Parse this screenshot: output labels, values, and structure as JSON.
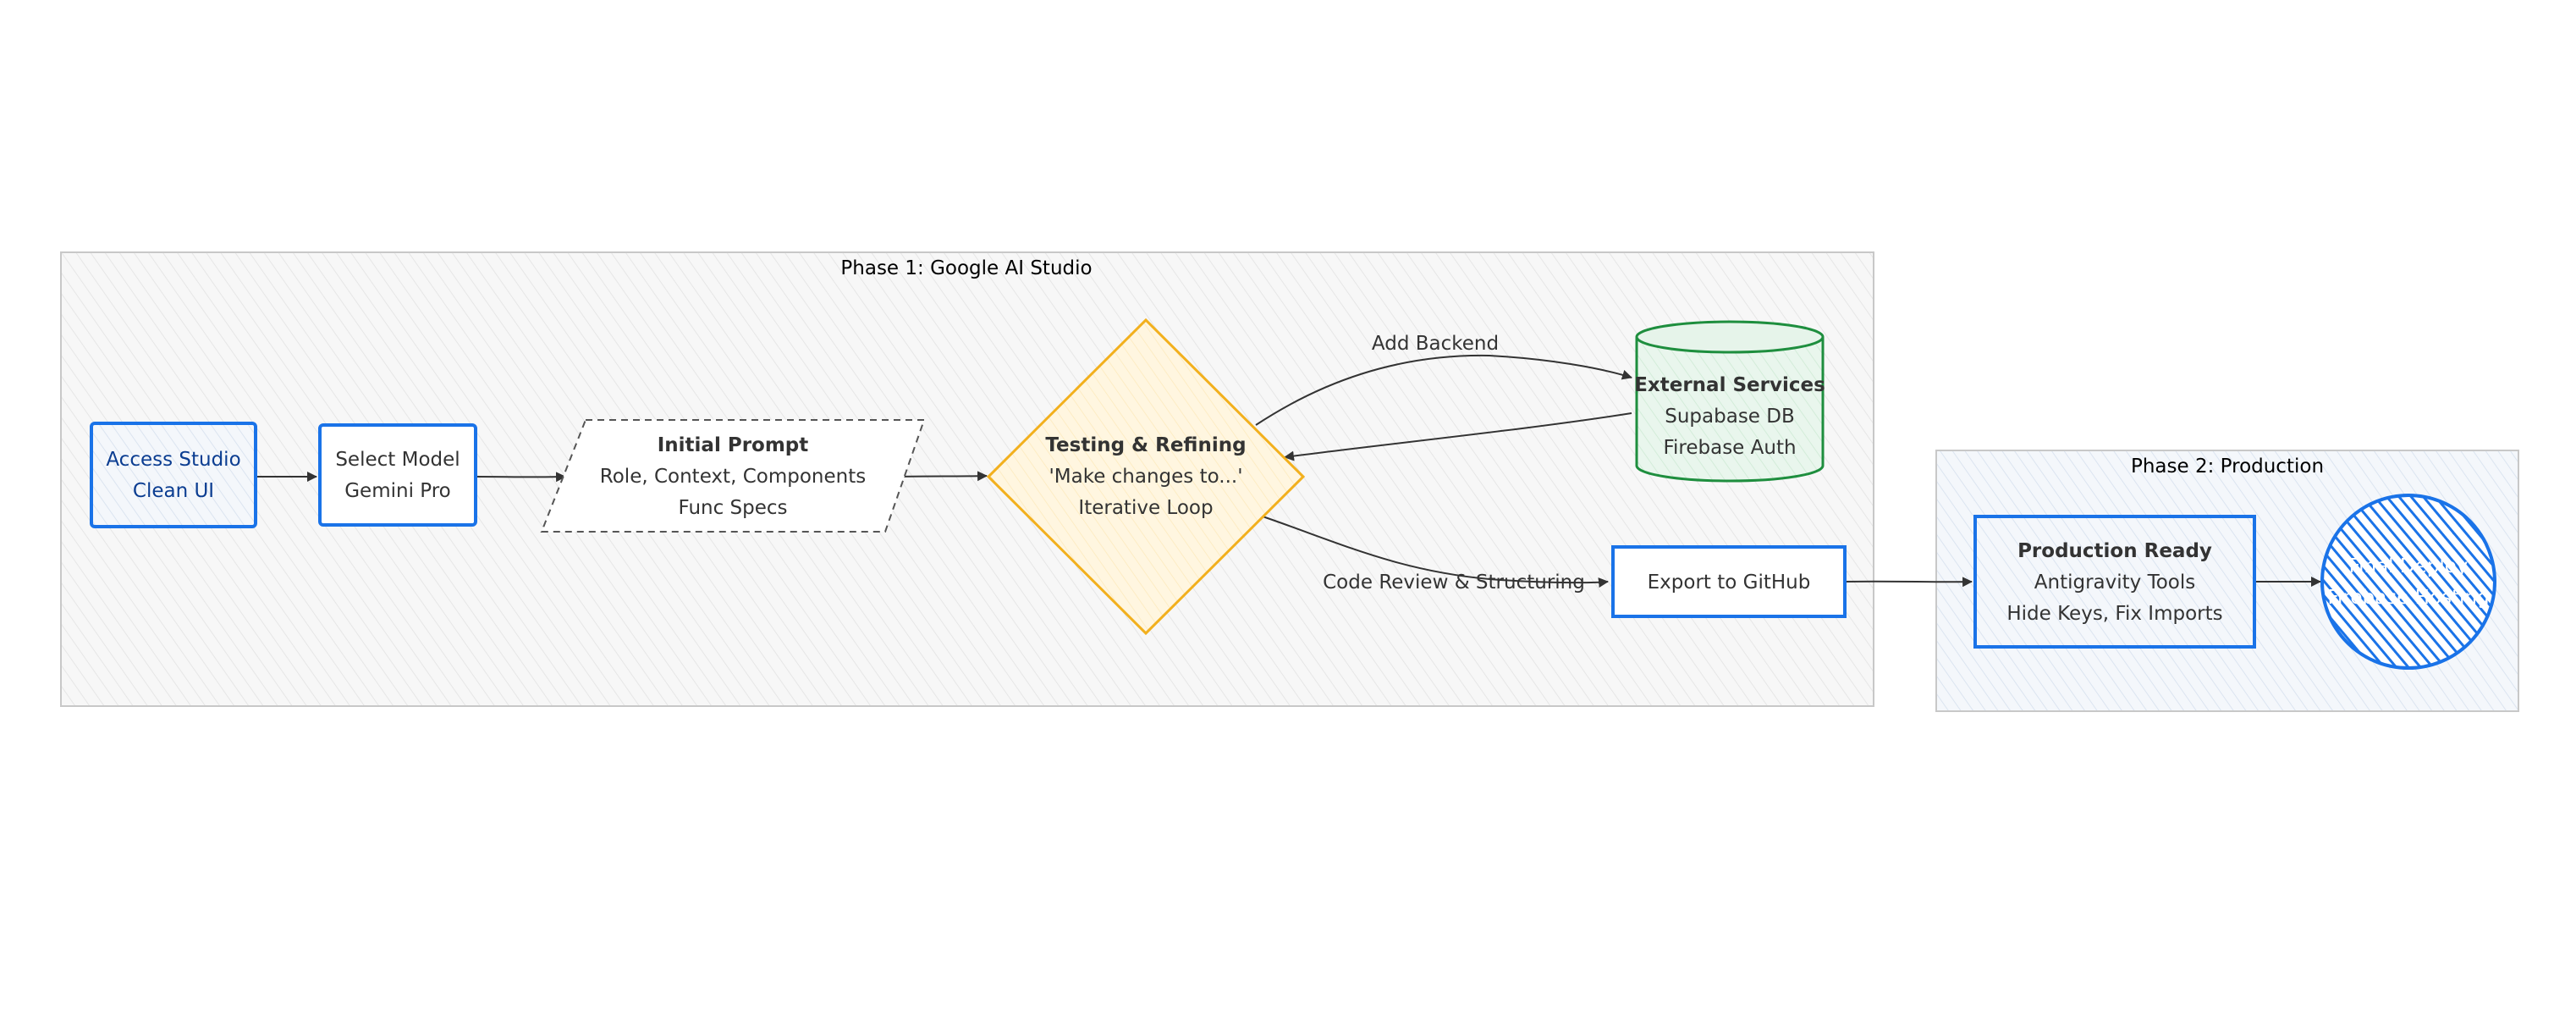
{
  "diagram": {
    "type": "flowchart",
    "subgraphs": [
      {
        "id": "phase1",
        "title": "Phase 1: Google AI Studio"
      },
      {
        "id": "phase2",
        "title": "Phase 2: Production"
      }
    ],
    "nodes": {
      "access": {
        "lines": [
          "Access Studio",
          "Clean UI"
        ]
      },
      "select": {
        "lines": [
          "Select Model",
          "Gemini Pro"
        ]
      },
      "prompt": {
        "title": "Initial Prompt",
        "lines": [
          "Role, Context, Components",
          "Func Specs"
        ]
      },
      "testing": {
        "title": "Testing & Refining",
        "lines": [
          "'Make changes to...'",
          "Iterative Loop"
        ]
      },
      "external": {
        "title": "External Services",
        "lines": [
          "Supabase DB",
          "Firebase Auth"
        ]
      },
      "export": {
        "lines": [
          "Export to GitHub"
        ]
      },
      "production": {
        "title": "Production Ready",
        "lines": [
          "Antigravity Tools",
          "Hide Keys, Fix Imports"
        ]
      },
      "deploy": {
        "lines": [
          "Final Deploy",
          "Firebase Hosting"
        ]
      }
    },
    "edges": [
      {
        "from": "access",
        "to": "select",
        "label": ""
      },
      {
        "from": "select",
        "to": "prompt",
        "label": ""
      },
      {
        "from": "prompt",
        "to": "testing",
        "label": ""
      },
      {
        "from": "testing",
        "to": "external",
        "label": "Add Backend"
      },
      {
        "from": "external",
        "to": "testing",
        "label": ""
      },
      {
        "from": "testing",
        "to": "export",
        "label": "Code Review & Structuring"
      },
      {
        "from": "export",
        "to": "production",
        "label": ""
      },
      {
        "from": "production",
        "to": "deploy",
        "label": ""
      }
    ]
  },
  "colors": {
    "blue_stroke": "#1a73e8",
    "blue_text": "#0b3d91",
    "yellow_fill": "#fff5dc",
    "yellow_stroke": "#f2b01e",
    "green_fill": "#e6f4ea",
    "green_stroke": "#1e8e3e",
    "edge": "#333333",
    "subgraph_stroke": "#c8c8c8",
    "subgraph_fill": "#f4f4f4"
  }
}
